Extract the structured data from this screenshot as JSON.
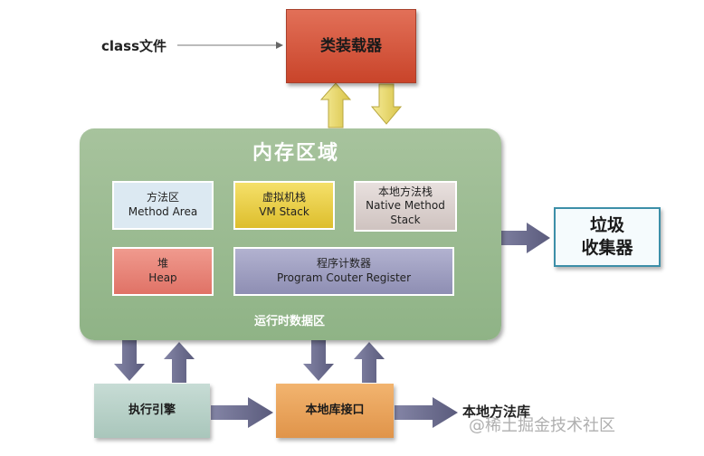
{
  "class_file": {
    "label": "class文件"
  },
  "class_loader": {
    "label": "类装载器"
  },
  "memory_area": {
    "title": "内存区域",
    "footer": "运行时数据区",
    "method_area": {
      "cn": "方法区",
      "en": "Method Area"
    },
    "vm_stack": {
      "cn": "虚拟机栈",
      "en": "VM Stack"
    },
    "native_method_stack": {
      "cn": "本地方法栈",
      "en_line1": "Native Method",
      "en_line2": "Stack"
    },
    "heap": {
      "cn": "堆",
      "en": "Heap"
    },
    "program_counter": {
      "cn": "程序计数器",
      "en": "Program Couter Register"
    }
  },
  "garbage_collector": {
    "line1": "垃圾",
    "line2": "收集器"
  },
  "execution_engine": {
    "label": "执行引擎"
  },
  "native_interface": {
    "label": "本地库接口"
  },
  "native_library": {
    "label": "本地方法库"
  },
  "watermark": {
    "text": "@稀土掘金技术社区"
  },
  "colors": {
    "arrow_fill": "#6e6f8e",
    "loader_arrow_fill": "#efe07a",
    "memory_bg": "#9bbd91",
    "loader_bg": "#d95a40",
    "gc_border": "#3c8fa8"
  }
}
